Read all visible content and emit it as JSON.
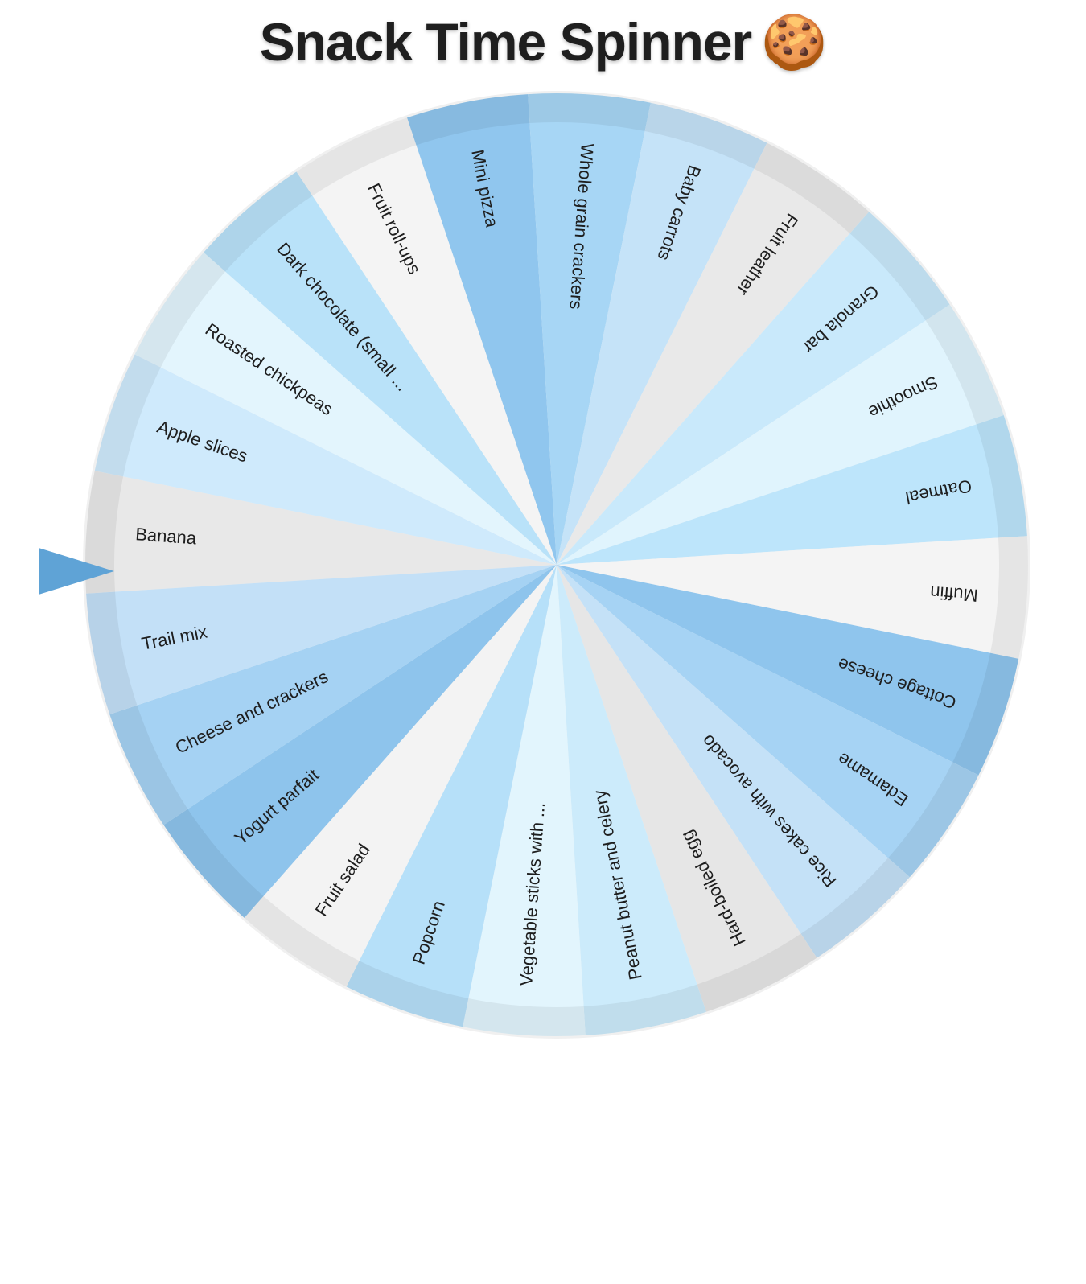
{
  "title": "Snack Time Spinner",
  "title_emoji": "🍪",
  "pointer_icon": "triangle-pointer-icon",
  "colors": {
    "pointer": "#5fa3d6",
    "rim": "#dcdcdc",
    "rim_outline": "#f0f0f0"
  },
  "wheel": {
    "selected_index": 0,
    "segments": [
      {
        "label": "Banana",
        "color": "#e8e8e8"
      },
      {
        "label": "Apple slices",
        "color": "#cfeafc"
      },
      {
        "label": "Roasted chickpeas",
        "color": "#e3f5fd"
      },
      {
        "label": "Dark chocolate (small ...",
        "color": "#b9e2f9"
      },
      {
        "label": "Fruit roll-ups",
        "color": "#f4f4f4"
      },
      {
        "label": "Mini pizza",
        "color": "#90c6ee"
      },
      {
        "label": "Whole grain crackers",
        "color": "#a7d6f5"
      },
      {
        "label": "Baby carrots",
        "color": "#c5e3f8"
      },
      {
        "label": "Fruit leather",
        "color": "#e9e9e9"
      },
      {
        "label": "Granola bar",
        "color": "#c9e9fb"
      },
      {
        "label": "Smoothie",
        "color": "#e0f4fd"
      },
      {
        "label": "Oatmeal",
        "color": "#bde5fb"
      },
      {
        "label": "Muffin",
        "color": "#f4f4f4"
      },
      {
        "label": "Cottage cheese",
        "color": "#8fc5ed"
      },
      {
        "label": "Edamame",
        "color": "#a6d3f4"
      },
      {
        "label": "Rice cakes with avocado",
        "color": "#c4e1f7"
      },
      {
        "label": "Hard-boiled egg",
        "color": "#e6e6e6"
      },
      {
        "label": "Peanut butter and celery",
        "color": "#ccebfb"
      },
      {
        "label": "Vegetable sticks with ...",
        "color": "#e2f5fd"
      },
      {
        "label": "Popcorn",
        "color": "#b6e0f9"
      },
      {
        "label": "Fruit salad",
        "color": "#f3f3f3"
      },
      {
        "label": "Yogurt parfait",
        "color": "#8ec4ec"
      },
      {
        "label": "Cheese and crackers",
        "color": "#a5d2f3"
      },
      {
        "label": "Trail mix",
        "color": "#c3e0f7"
      }
    ]
  }
}
